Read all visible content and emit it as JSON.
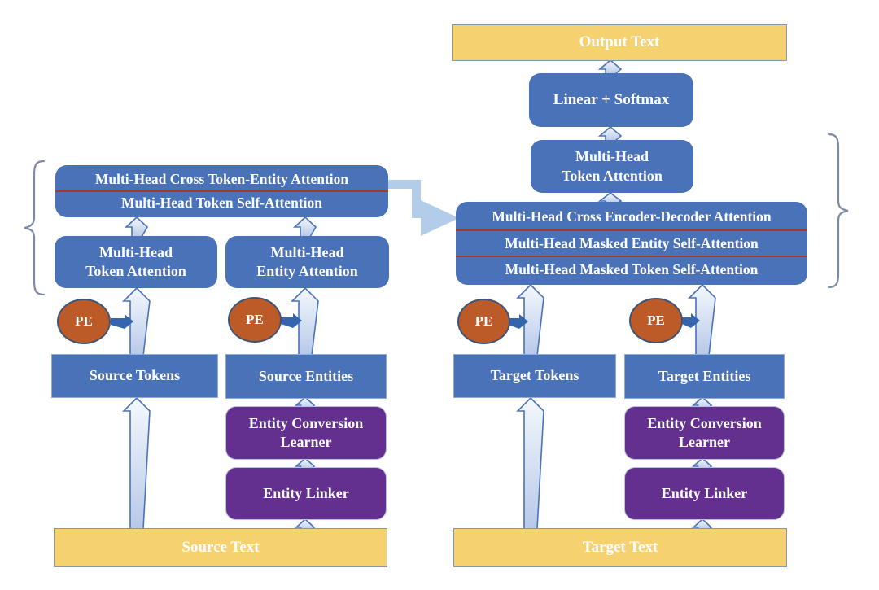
{
  "colors": {
    "blue": "#4a72b9",
    "blue-border": "#8faadc",
    "purple": "#63308f",
    "purple-border": "#b9c2e0",
    "yellow": "#f6d170",
    "yellow-border": "#8496b0",
    "orange": "#bc5a28",
    "pe-border": "#3f5577",
    "sep": "#a33c2b",
    "arrow-stroke": "#4a72b8",
    "pe-arrow": "#3465ae",
    "connector": "#b3cce9",
    "brace": "#7b8aa5",
    "text": "#ffffff"
  },
  "decoder": {
    "output_text": "Output Text",
    "linear_softmax": "Linear + Softmax",
    "token_attention": "Multi-Head\nToken Attention",
    "stack_line1": "Multi-Head Cross Encoder-Decoder Attention",
    "stack_line2": "Multi-Head Masked Entity Self-Attention",
    "stack_line3": "Multi-Head Masked Token Self-Attention",
    "pe_token": "PE",
    "pe_entity": "PE",
    "target_tokens": "Target Tokens",
    "target_entities": "Target Entities",
    "entity_conversion_learner": "Entity Conversion\nLearner",
    "entity_linker": "Entity Linker",
    "target_text": "Target Text"
  },
  "encoder": {
    "stack_line1": "Multi-Head Cross Token-Entity Attention",
    "stack_line2": "Multi-Head Token Self-Attention",
    "token_attention": "Multi-Head\nToken Attention",
    "entity_attention": "Multi-Head\nEntity Attention",
    "pe_token": "PE",
    "pe_entity": "PE",
    "source_tokens": "Source Tokens",
    "source_entities": "Source Entities",
    "entity_conversion_learner": "Entity Conversion\nLearner",
    "entity_linker": "Entity Linker",
    "source_text": "Source Text"
  }
}
